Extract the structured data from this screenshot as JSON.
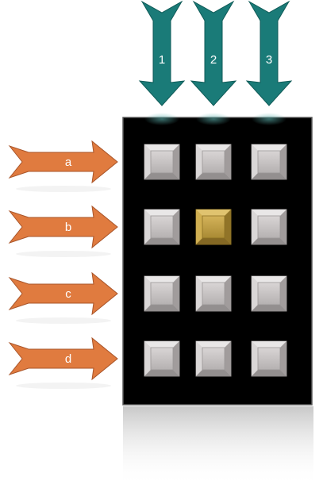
{
  "diagram": {
    "columns": [
      {
        "label": "1"
      },
      {
        "label": "2"
      },
      {
        "label": "3"
      }
    ],
    "rows": [
      {
        "label": "a"
      },
      {
        "label": "b"
      },
      {
        "label": "c"
      },
      {
        "label": "d"
      }
    ],
    "highlighted": {
      "row": 1,
      "column": 1
    },
    "colors": {
      "panel": "#000000",
      "column_arrow": "#1a7b78",
      "row_arrow": "#e07b3f",
      "key": "#c8c4c4",
      "key_highlight": "#c4a24a"
    }
  }
}
